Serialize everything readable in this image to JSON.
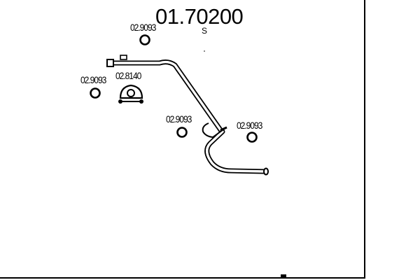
{
  "diagram": {
    "part_number": "01.70200",
    "variant_letter": "S",
    "components": [
      {
        "label": "02.9093",
        "type": "clamp",
        "icon": "ring-clamp-icon"
      },
      {
        "label": "02.9093",
        "type": "clamp",
        "icon": "ring-clamp-icon"
      },
      {
        "label": "02.8140",
        "type": "rubber-hanger",
        "icon": "rubber-hanger-icon"
      },
      {
        "label": "02.9093",
        "type": "clamp",
        "icon": "ring-clamp-icon"
      },
      {
        "label": "02.9093",
        "type": "clamp",
        "icon": "ring-clamp-icon"
      }
    ],
    "line_color": "#000000",
    "background_color": "#ffffff"
  }
}
